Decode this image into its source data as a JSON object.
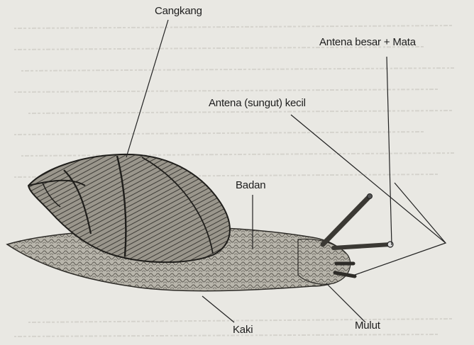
{
  "diagram": {
    "labels": {
      "shell": "Cangkang",
      "big_antenna_eye": "Antena besar + Mata",
      "small_antenna": "Antena (sungut) kecil",
      "body": "Badan",
      "foot": "Kaki",
      "mouth": "Mulut"
    }
  }
}
